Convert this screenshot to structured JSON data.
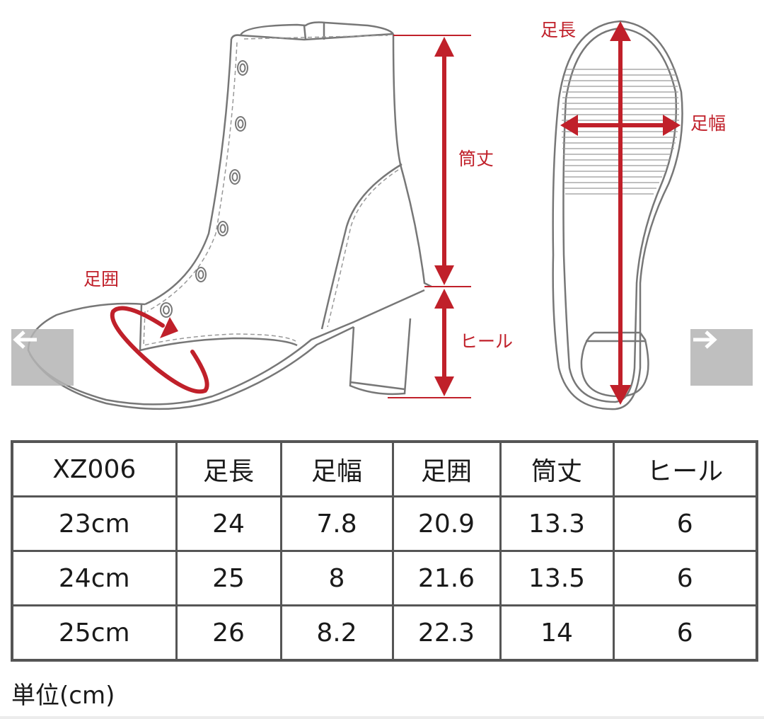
{
  "diagram": {
    "labels": {
      "foot_length": "足長",
      "foot_width": "足幅",
      "shaft_height": "筒丈",
      "foot_circumference": "足囲",
      "heel": "ヒール"
    },
    "accent_color": "#c0202a",
    "nav": {
      "prev": "←",
      "next": "→"
    }
  },
  "table": {
    "headers": [
      "XZ006",
      "足長",
      "足幅",
      "足囲",
      "筒丈",
      "ヒール"
    ],
    "rows": [
      [
        "23cm",
        "24",
        "7.8",
        "20.9",
        "13.3",
        "6"
      ],
      [
        "24cm",
        "25",
        "8",
        "21.6",
        "13.5",
        "6"
      ],
      [
        "25cm",
        "26",
        "8.2",
        "22.3",
        "14",
        "6"
      ]
    ]
  },
  "unit_note": "単位(cm)"
}
